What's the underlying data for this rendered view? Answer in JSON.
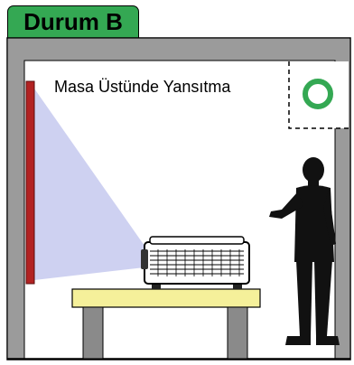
{
  "tab": {
    "label": "Durum B",
    "color": "#34a853"
  },
  "caption": "Masa Üstünde Yansıtma",
  "colors": {
    "wall": "#9b9b9b",
    "screen": "#b22222",
    "beam": "#c9ccf0",
    "table_top": "#f5f09a",
    "table_legs": "#8a8a8a",
    "person": "#111111",
    "indicator_ring": "#34a853"
  },
  "indicator": {
    "icon": "green-circle-icon",
    "meaning": "ok"
  }
}
